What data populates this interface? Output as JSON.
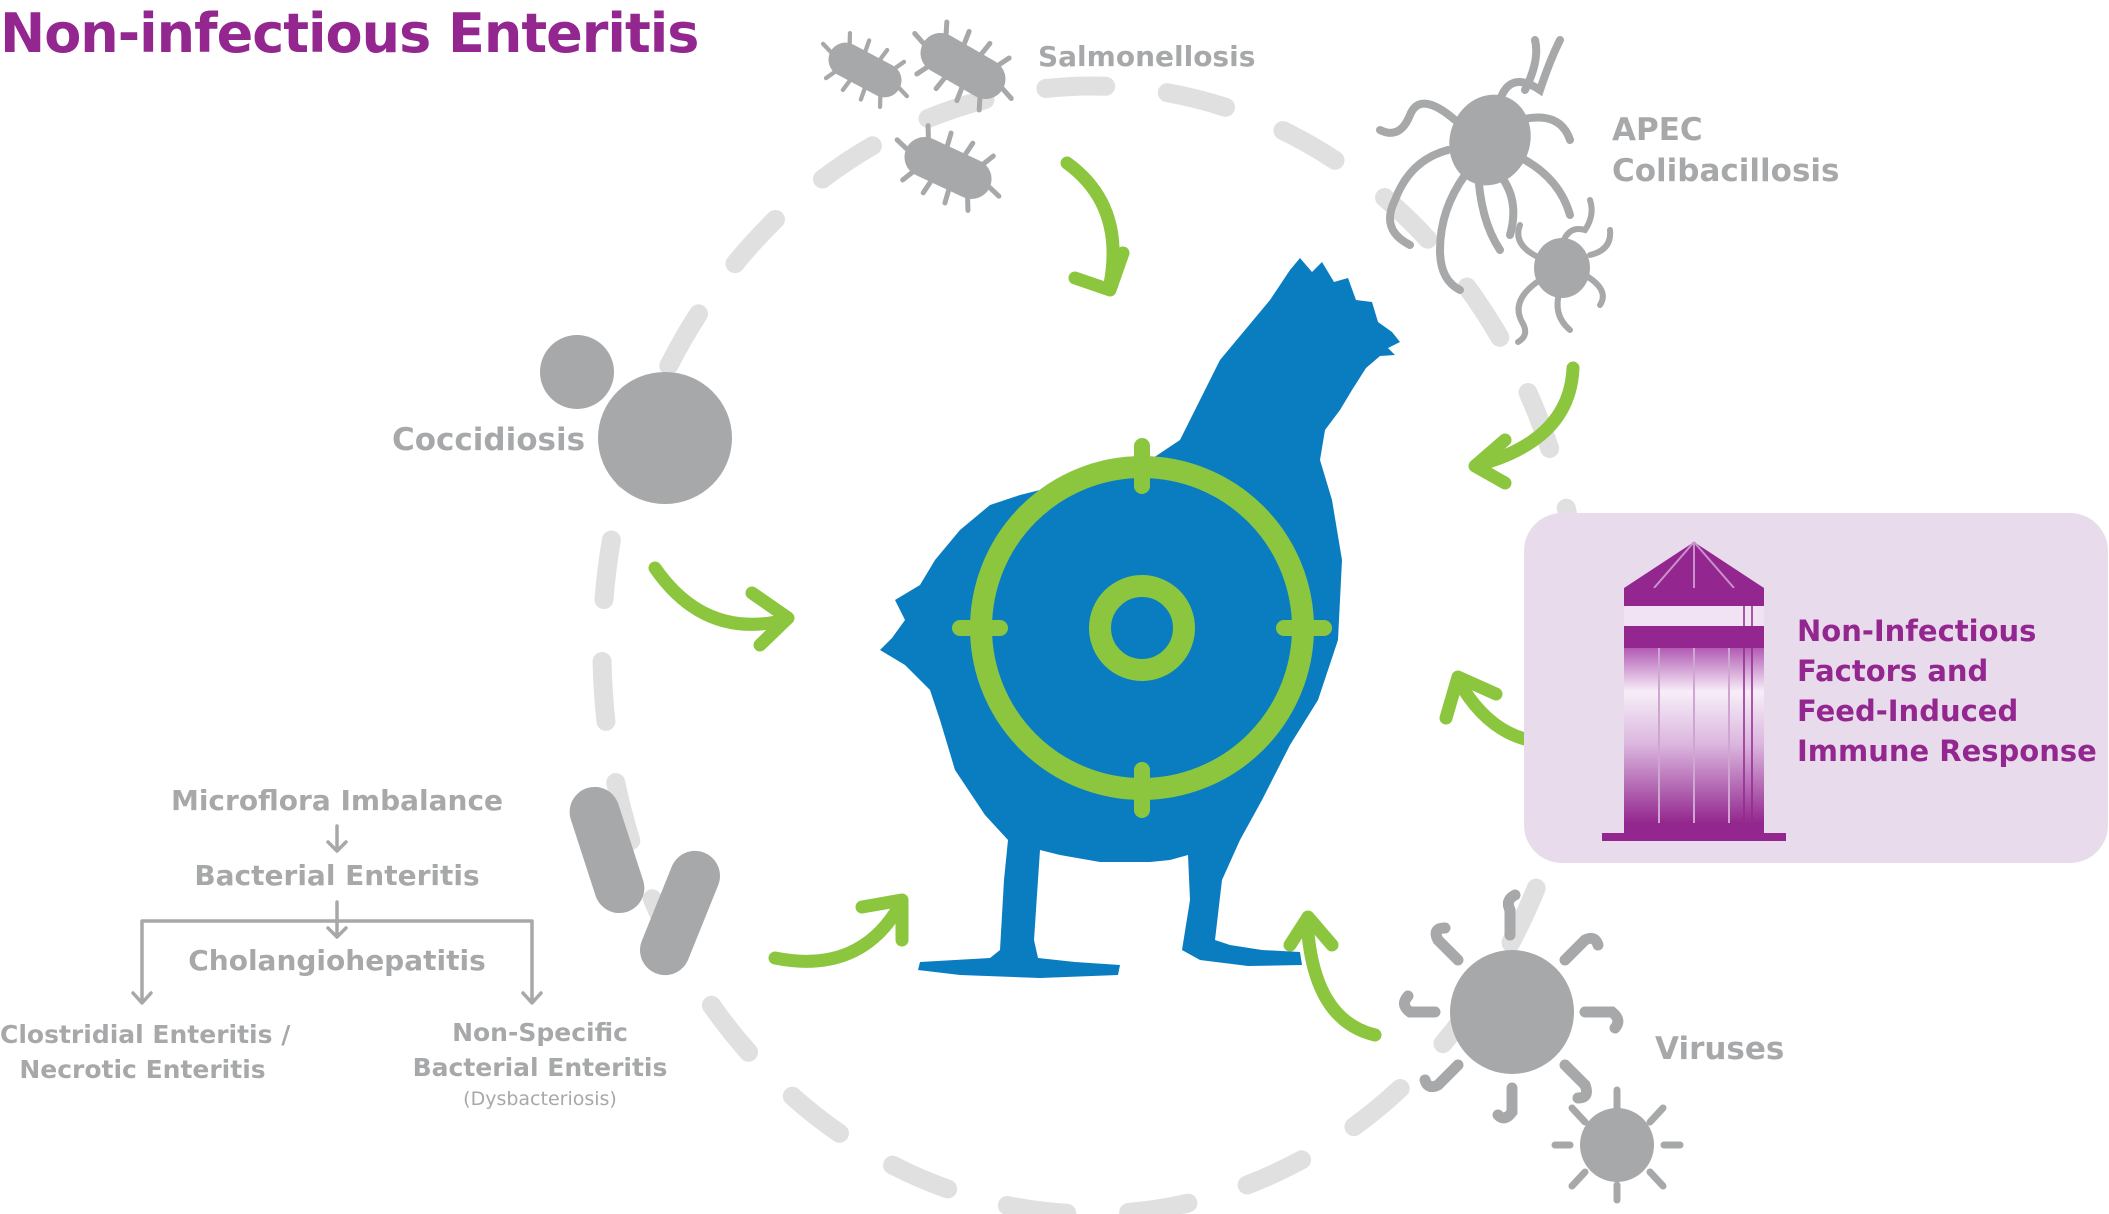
{
  "title": "Non-infectious Enteritis",
  "colors": {
    "title": "#93278f",
    "chicken": "#0a7dc1",
    "target": "#8cc63f",
    "arrows": "#8cc63f",
    "pathogen": "#a7a8aa",
    "dashed_ring": "#e0e0e0",
    "panel": "#e8dcec",
    "silo": "#93278f"
  },
  "icons": [
    "salmonella-bacteria-icon",
    "apec-bacteria-icon",
    "coccidia-oocyst-icon",
    "clostridia-rod-icon",
    "virus-icon",
    "feed-silo-icon",
    "chicken-silhouette",
    "target-crosshair-icon"
  ],
  "causes": {
    "salmonellosis": "Salmonellosis",
    "apec": [
      "APEC",
      "Colibacillosis"
    ],
    "coccidiosis": "Coccidiosis",
    "viruses": "Viruses",
    "feed": [
      "Non-Infectious",
      "Factors and",
      "Feed-Induced",
      "Immune Response"
    ]
  },
  "flow": {
    "microflora": "Microflora Imbalance",
    "bacterial": "Bacterial Enteritis",
    "cholangio": "Cholangiohepatitis",
    "clostridial": [
      "Clostridial Enteritis /",
      "Necrotic Enteritis"
    ],
    "nonspecific": [
      "Non-Specific",
      "Bacterial Enteritis"
    ],
    "dysbacteriosis": "(Dysbacteriosis)"
  }
}
